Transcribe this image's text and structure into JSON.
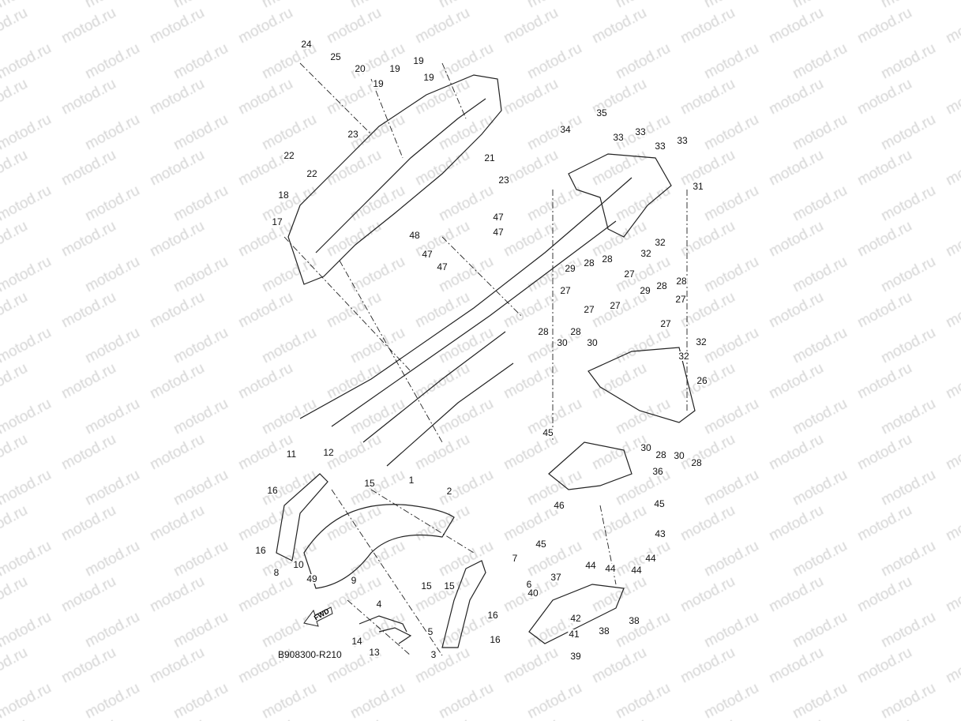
{
  "watermark": "motod.ru",
  "diagram_code": "B908300-R210",
  "fwd_label": "FWD",
  "callouts": [
    "24",
    "25",
    "20",
    "19",
    "19",
    "19",
    "19",
    "23",
    "22",
    "22",
    "21",
    "23",
    "18",
    "17",
    "48",
    "47",
    "47",
    "47",
    "47",
    "35",
    "34",
    "33",
    "33",
    "33",
    "33",
    "31",
    "32",
    "32",
    "29",
    "28",
    "28",
    "27",
    "27",
    "27",
    "29",
    "28",
    "28",
    "27",
    "27",
    "27",
    "32",
    "32",
    "28",
    "30",
    "28",
    "30",
    "26",
    "30",
    "28",
    "30",
    "28",
    "45",
    "36",
    "46",
    "45",
    "43",
    "45",
    "44",
    "44",
    "44",
    "44",
    "37",
    "40",
    "42",
    "38",
    "38",
    "41",
    "39",
    "11",
    "12",
    "15",
    "1",
    "2",
    "16",
    "16",
    "8",
    "10",
    "49",
    "9",
    "4",
    "7",
    "6",
    "15",
    "15",
    "5",
    "16",
    "16",
    "14",
    "13",
    "3"
  ]
}
